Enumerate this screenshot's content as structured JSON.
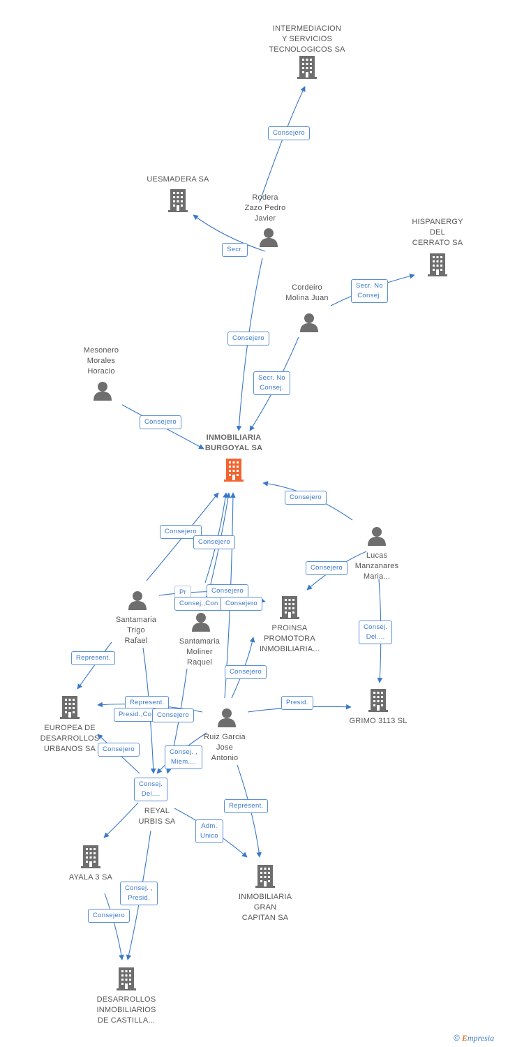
{
  "colors": {
    "edge": "#3a78c8",
    "icon": "#6e6e6e",
    "main_icon": "#f26430",
    "label_border": "#5b8fd6"
  },
  "nodes": [
    {
      "id": "intermediacion",
      "type": "company",
      "label": "INTERMEDIACION\nY SERVICIOS\nTECNOLOGICOS SA"
    },
    {
      "id": "uesmadera",
      "type": "company",
      "label": "UESMADERA SA"
    },
    {
      "id": "rodera",
      "type": "person",
      "label": "Rodera\nZazo Pedro\nJavier"
    },
    {
      "id": "hispanergy",
      "type": "company",
      "label": "HISPANERGY\nDEL\nCERRATO SA"
    },
    {
      "id": "cordeiro",
      "type": "person",
      "label": "Cordeiro\nMolina Juan"
    },
    {
      "id": "mesonero",
      "type": "person",
      "label": "Mesonero\nMorales\nHoracio"
    },
    {
      "id": "burgoyal",
      "type": "main",
      "label": "INMOBILIARIA\nBURGOYAL SA"
    },
    {
      "id": "lucas",
      "type": "person",
      "label": "Lucas\nManzanares\nMaria..."
    },
    {
      "id": "santamaria_trigo",
      "type": "person",
      "label": "Santamaria\nTrigo\nRafael"
    },
    {
      "id": "santamaria_moliner",
      "type": "person",
      "label": "Santamaria\nMoliner\nRaquel"
    },
    {
      "id": "proinsa",
      "type": "company",
      "label": "PROINSA\nPROMOTORA\nINMOBILIARIA..."
    },
    {
      "id": "grimo",
      "type": "company",
      "label": "GRIMO 3113 SL"
    },
    {
      "id": "europea",
      "type": "company",
      "label": "EUROPEA DE\nDESARROLLOS\nURBANOS SA"
    },
    {
      "id": "ruiz",
      "type": "person",
      "label": "Ruiz Garcia\nJose\nAntonio"
    },
    {
      "id": "reyal",
      "type": "company",
      "label": "REYAL\nURBIS SA"
    },
    {
      "id": "ayala",
      "type": "company",
      "label": "AYALA 3 SA"
    },
    {
      "id": "gran_capitan",
      "type": "company",
      "label": "INMOBILIARIA\nGRAN\nCAPITAN SA"
    },
    {
      "id": "desarrollos",
      "type": "company",
      "label": "DESARROLLOS\nINMOBILIARIOS\nDE CASTILLA..."
    }
  ],
  "edge_labels": [
    "Consejero",
    "Secr.",
    "Consejero",
    "Secr. No\nConsej.",
    "Secr. No\nConsej.",
    "Consejero",
    "Consejero",
    "Consejero",
    "Consejero",
    "Consejero",
    "Consej.,Con",
    "Pr",
    "Consejero",
    "Consejero",
    "Consej.\nDel....",
    "Represent.",
    "Consejero",
    "Presid.",
    "Represent.",
    "Presid.,Co",
    "Consejero",
    "Consejero",
    "Consej. ,\nMiem....",
    "Consej.\nDel....",
    "Represent.",
    "Adm.\nUnico",
    "Consej. ,\nPresid.",
    "Consejero"
  ],
  "footer": {
    "copyright": "©",
    "brand_initial": "E",
    "brand_rest": "mpresia"
  }
}
